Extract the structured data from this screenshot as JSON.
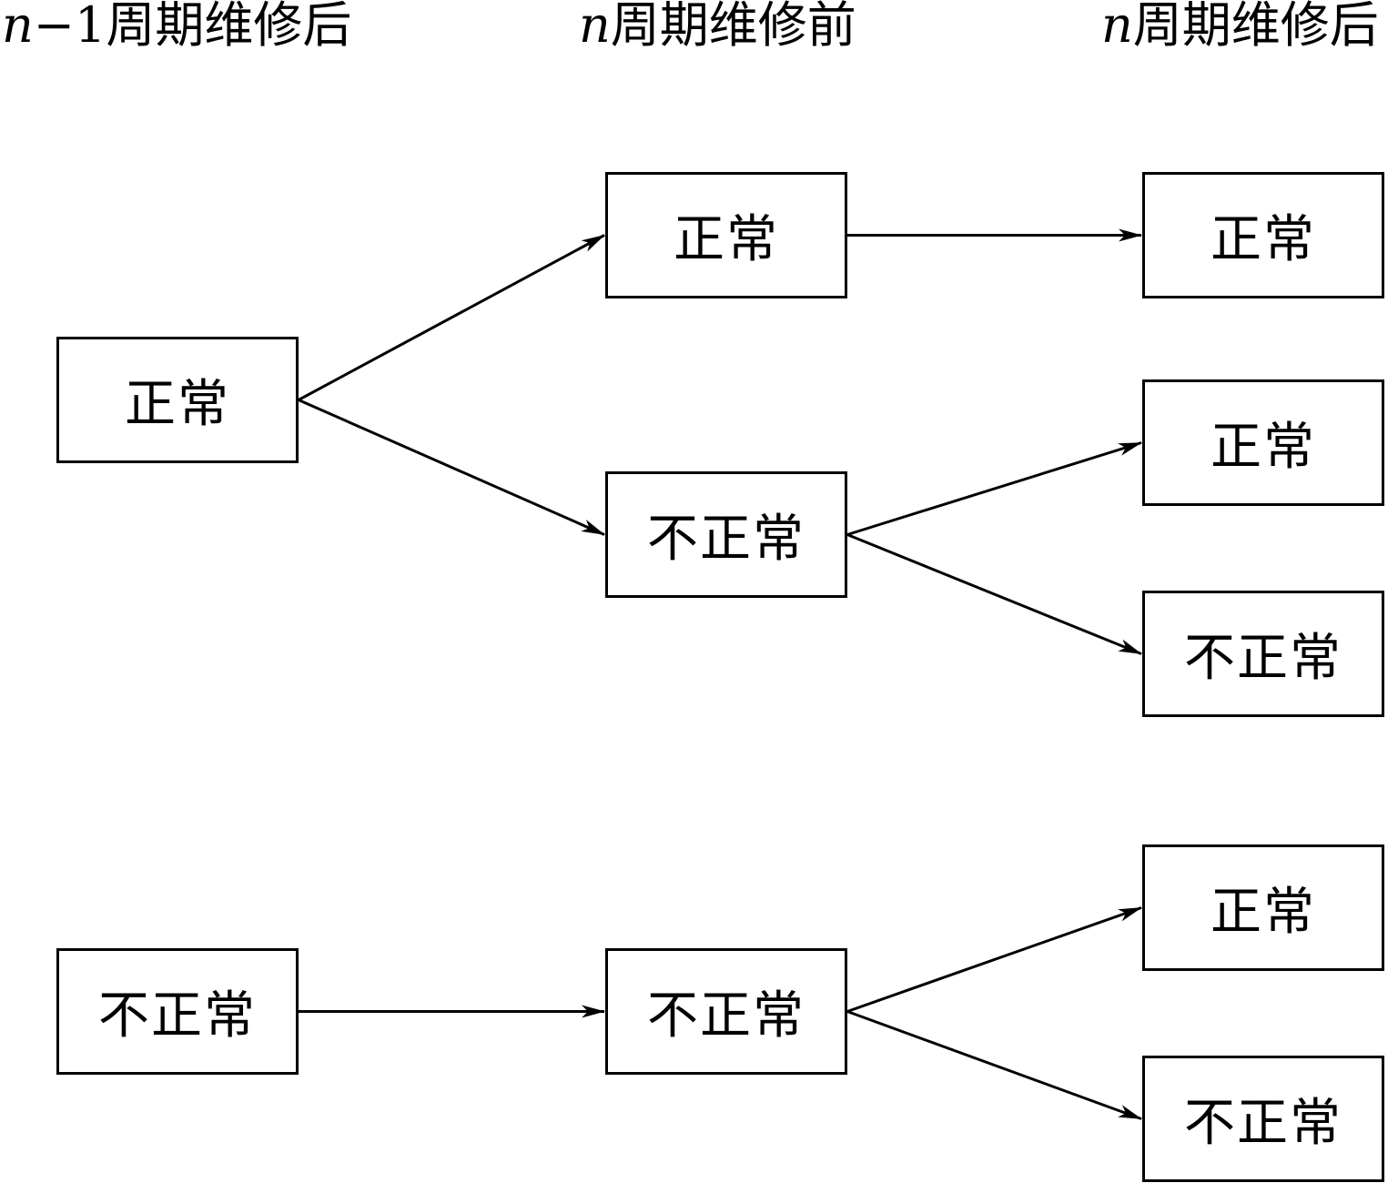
{
  "headers": [
    {
      "var": "n",
      "rest": "−1周期维修后"
    },
    {
      "var": "n",
      "rest": "周期维修前"
    },
    {
      "var": "n",
      "rest": "周期维修后"
    }
  ],
  "nodes": {
    "a_normal": "正常",
    "b_normal": "正常",
    "b_abnormal": "不正常",
    "c_normal_1": "正常",
    "c_normal_2": "正常",
    "c_abnormal_1": "不正常",
    "a_abnormal": "不正常",
    "b_abnormal_2": "不正常",
    "c_normal_3": "正常",
    "c_abnormal_2": "不正常"
  },
  "edges": [
    [
      "a_normal",
      "b_normal"
    ],
    [
      "a_normal",
      "b_abnormal"
    ],
    [
      "b_normal",
      "c_normal_1"
    ],
    [
      "b_abnormal",
      "c_normal_2"
    ],
    [
      "b_abnormal",
      "c_abnormal_1"
    ],
    [
      "a_abnormal",
      "b_abnormal_2"
    ],
    [
      "b_abnormal_2",
      "c_normal_3"
    ],
    [
      "b_abnormal_2",
      "c_abnormal_2"
    ]
  ],
  "colors": {
    "line": "#000000",
    "background": "#ffffff"
  }
}
